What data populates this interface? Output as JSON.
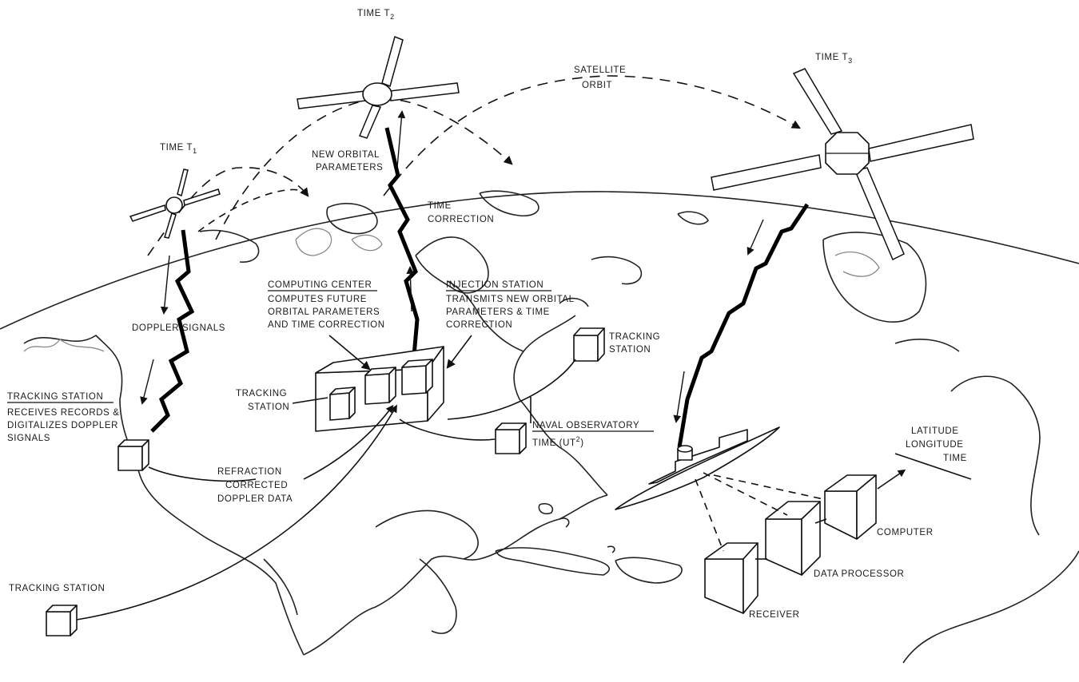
{
  "satellite_positions": [
    {
      "time_label": "TIME T",
      "subscript": "1"
    },
    {
      "time_label": "TIME T",
      "subscript": "2"
    },
    {
      "time_label": "TIME T",
      "subscript": "3"
    }
  ],
  "orbit_label": [
    "SATELLITE",
    "ORBIT"
  ],
  "labels": {
    "new_orbital_parameters": [
      "NEW ORBITAL",
      "PARAMETERS"
    ],
    "time_correction": [
      "TIME",
      "CORRECTION"
    ],
    "doppler_signals": "DOPPLER SIGNALS",
    "computing_center": {
      "title": "COMPUTING CENTER",
      "lines": [
        "COMPUTES FUTURE",
        "ORBITAL PARAMETERS",
        "AND TIME CORRECTION"
      ]
    },
    "injection_station": {
      "title": "INJECTION STATION",
      "lines": [
        "TRANSMITS NEW ORBITAL",
        "PARAMETERS & TIME",
        "CORRECTION"
      ]
    },
    "tracking_station_west": {
      "title": "TRACKING STATION",
      "lines": [
        "RECEIVES RECORDS &",
        "DIGITALIZES DOPPLER",
        "SIGNALS"
      ]
    },
    "tracking_station_center": [
      "TRACKING",
      "STATION"
    ],
    "tracking_station_east": [
      "TRACKING",
      "STATION"
    ],
    "tracking_station_south": "TRACKING STATION",
    "naval_observatory": {
      "title": "NAVAL OBSERVATORY",
      "time_prefix": "TIME (UT",
      "time_sup": "2",
      "time_suffix": ")"
    },
    "refraction": [
      "REFRACTION",
      "CORRECTED",
      "DOPPLER DATA"
    ],
    "output": [
      "LATITUDE",
      "LONGITUDE",
      "TIME"
    ],
    "computer": "COMPUTER",
    "data_processor": "DATA PROCESSOR",
    "receiver": "RECEIVER"
  }
}
